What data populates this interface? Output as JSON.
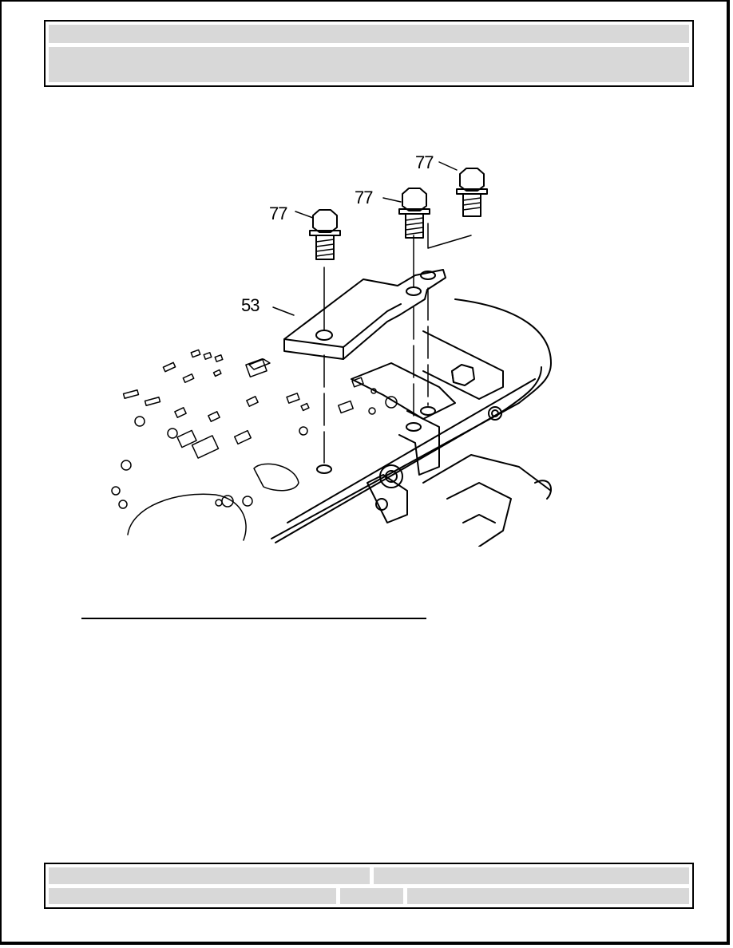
{
  "header": {
    "title": "",
    "subtitle": ""
  },
  "figure": {
    "callouts": {
      "bolt_left": "77",
      "bolt_middle": "77",
      "bolt_right": "77",
      "bracket": "53"
    }
  },
  "footer": {
    "left_top": "",
    "right_top": "",
    "left_bottom": "",
    "middle_bottom": "",
    "right_bottom": ""
  }
}
